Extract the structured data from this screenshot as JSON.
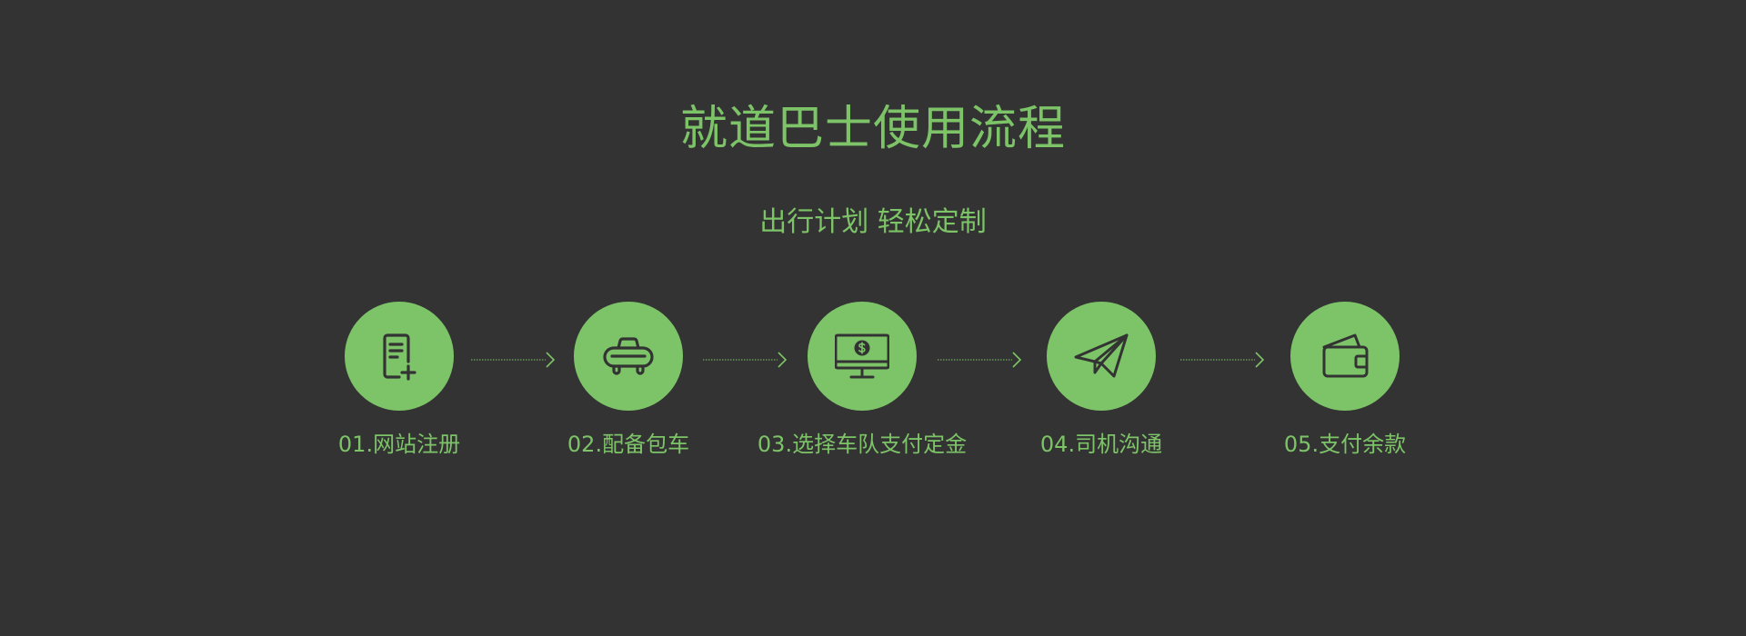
{
  "header": {
    "title": "就道巴士使用流程",
    "subtitle": "出行计划 轻松定制"
  },
  "steps": [
    {
      "label": "01.网站注册",
      "icon": "document-add-icon"
    },
    {
      "label": "02.配备包车",
      "icon": "car-icon"
    },
    {
      "label": "03.选择车队支付定金",
      "icon": "monitor-dollar-icon"
    },
    {
      "label": "04.司机沟通",
      "icon": "paper-plane-icon"
    },
    {
      "label": "05.支付余款",
      "icon": "wallet-icon"
    }
  ],
  "colors": {
    "background": "#333333",
    "accent": "#7dc468",
    "icon_stroke": "#333333"
  }
}
